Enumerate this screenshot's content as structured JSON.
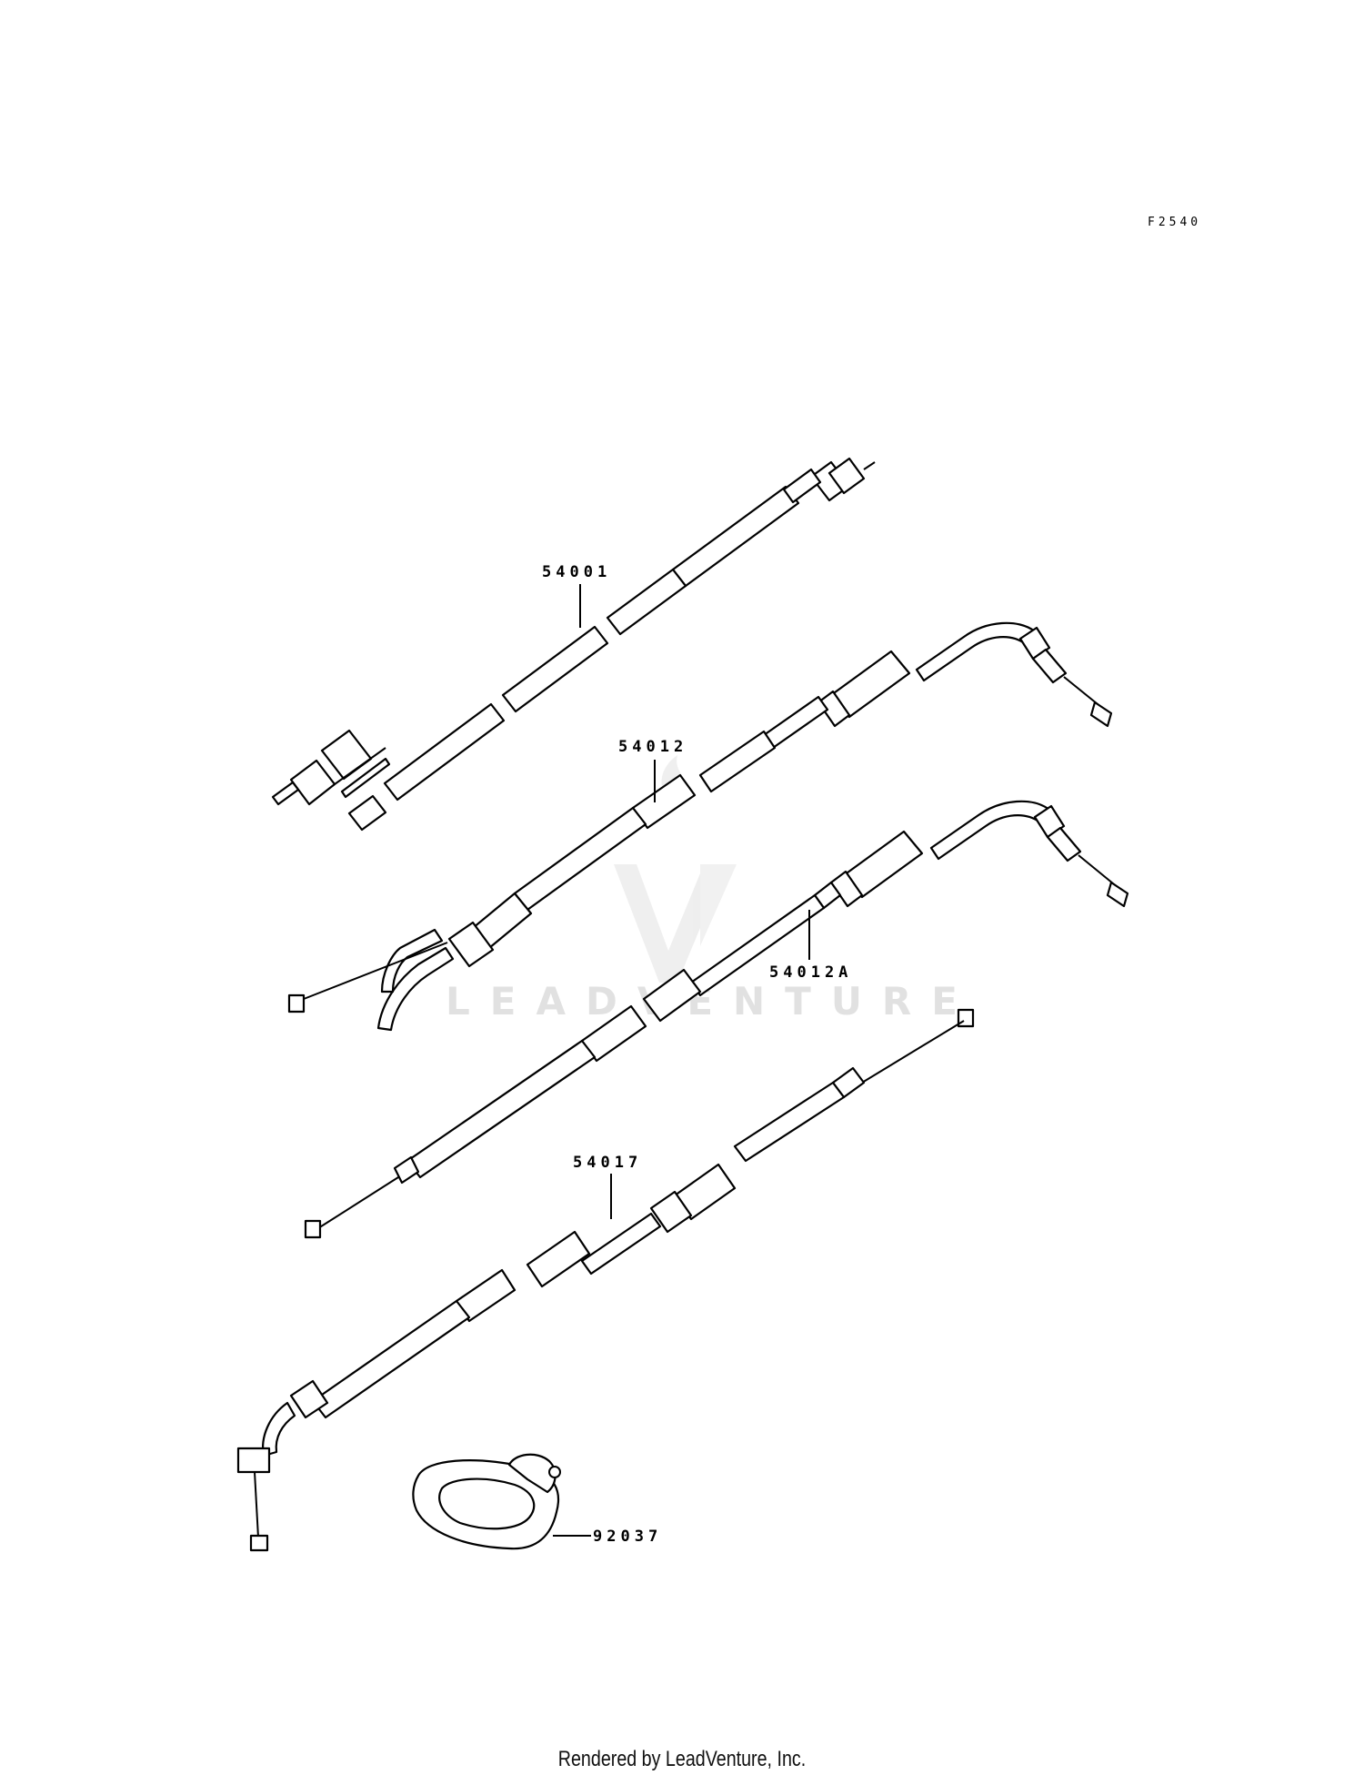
{
  "figure_code": "F2540",
  "parts": [
    {
      "id": "speedometer-cable",
      "number": "54001"
    },
    {
      "id": "throttle-cable-opening",
      "number": "54012"
    },
    {
      "id": "throttle-cable-closing",
      "number": "54012A"
    },
    {
      "id": "choke-cable",
      "number": "54017"
    },
    {
      "id": "cable-clamp",
      "number": "92037"
    }
  ],
  "watermark": "LEADVENTURE",
  "footer": "Rendered by LeadVenture, Inc.",
  "colors": {
    "line": "#000000",
    "background": "#ffffff",
    "watermark": "#c9c9c9"
  }
}
